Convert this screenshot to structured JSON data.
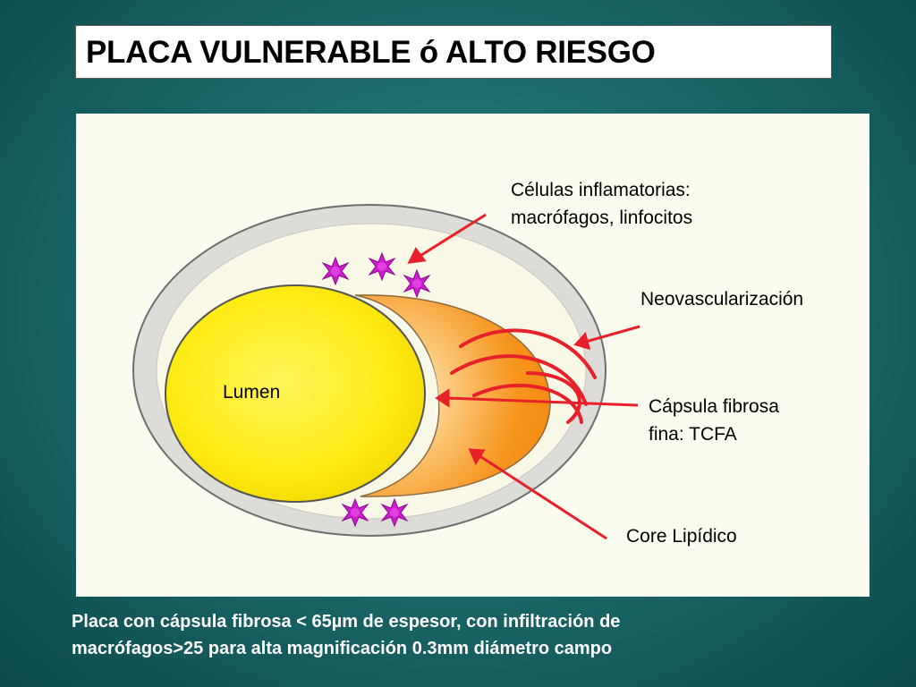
{
  "title": "PLACA VULNERABLE ó ALTO RIESGO",
  "labels": {
    "cells_line1": "Células inflamatorias:",
    "cells_line2": "macrófagos, linfocitos",
    "neovascularization": "Neovascularización",
    "capsule_line1": "Cápsula fibrosa",
    "capsule_line2": "fina: TCFA",
    "core": "Core Lipídico",
    "lumen": "Lumen"
  },
  "caption": {
    "line1": "Placa con cápsula fibrosa < 65µm de espesor, con infiltración de",
    "line2": "macrófagos>25 para alta magnificación 0.3mm diámetro campo"
  },
  "colors": {
    "lumen": "#ffef1a",
    "lipid_core": "#f7941d",
    "vessel_wall": "#dedcd8",
    "arrows": "#e8202a",
    "inflammatory_cells": "#cc1ccc"
  },
  "icons": {
    "inflammatory_cell": "starburst-cell-icon"
  }
}
